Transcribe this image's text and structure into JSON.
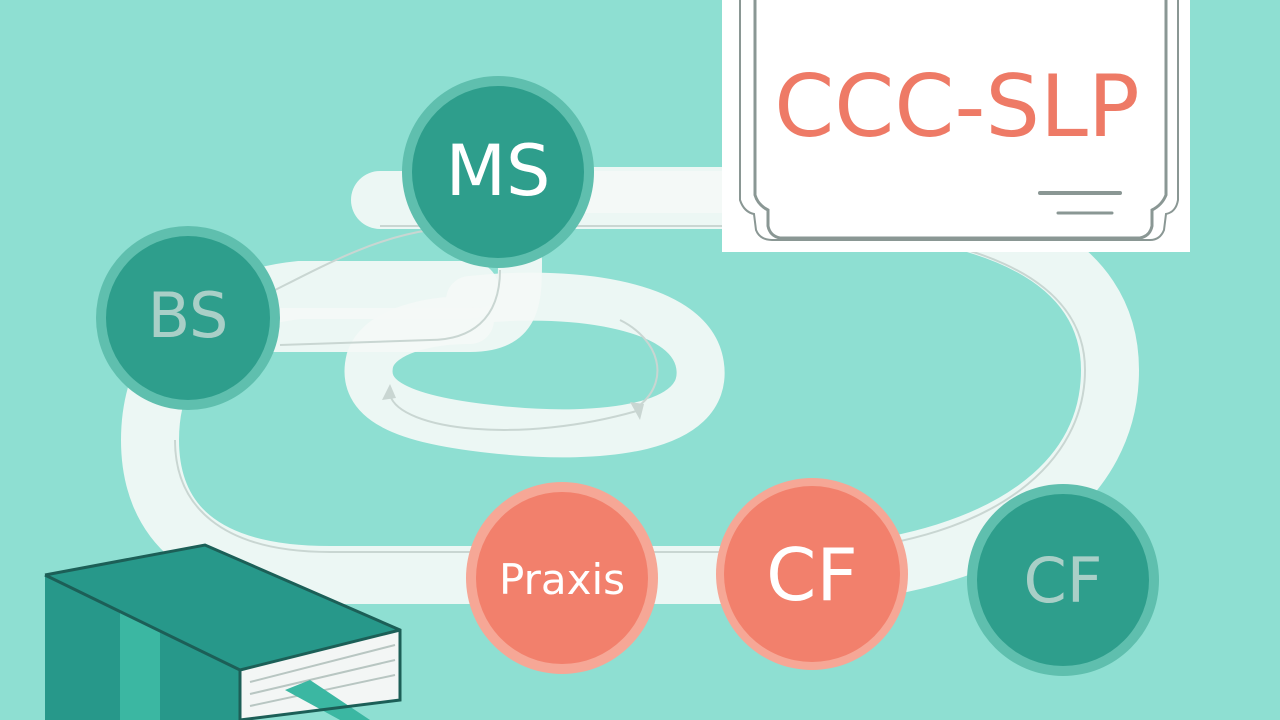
{
  "colors": {
    "background": "#8edfd2",
    "track": "#f4f8f6",
    "track_line": "#c9d6d2",
    "teal_node": "#2e9e8c",
    "teal_node_ring": "#5fbfae",
    "coral_node": "#f2806c",
    "coral_node_ring": "#f6a796",
    "certificate_bg": "#ffffff",
    "certificate_border": "#8a9794",
    "certificate_text": "#ee7a66",
    "book_cover": "#27988a",
    "book_spine_band": "#3bb7a2",
    "book_pages": "#f3f6f5"
  },
  "certificate": {
    "title": "CCC-SLP"
  },
  "nodes": [
    {
      "id": "bs",
      "label": "BS",
      "style": "teal-muted"
    },
    {
      "id": "ms",
      "label": "MS",
      "style": "teal-bright"
    },
    {
      "id": "praxis",
      "label": "Praxis",
      "style": "coral"
    },
    {
      "id": "cf1",
      "label": "CF",
      "style": "coral"
    },
    {
      "id": "cf2",
      "label": "CF",
      "style": "teal-muted"
    }
  ],
  "icons": {
    "book": "book-icon",
    "certificate": "certificate-icon",
    "path": "looping-path"
  }
}
